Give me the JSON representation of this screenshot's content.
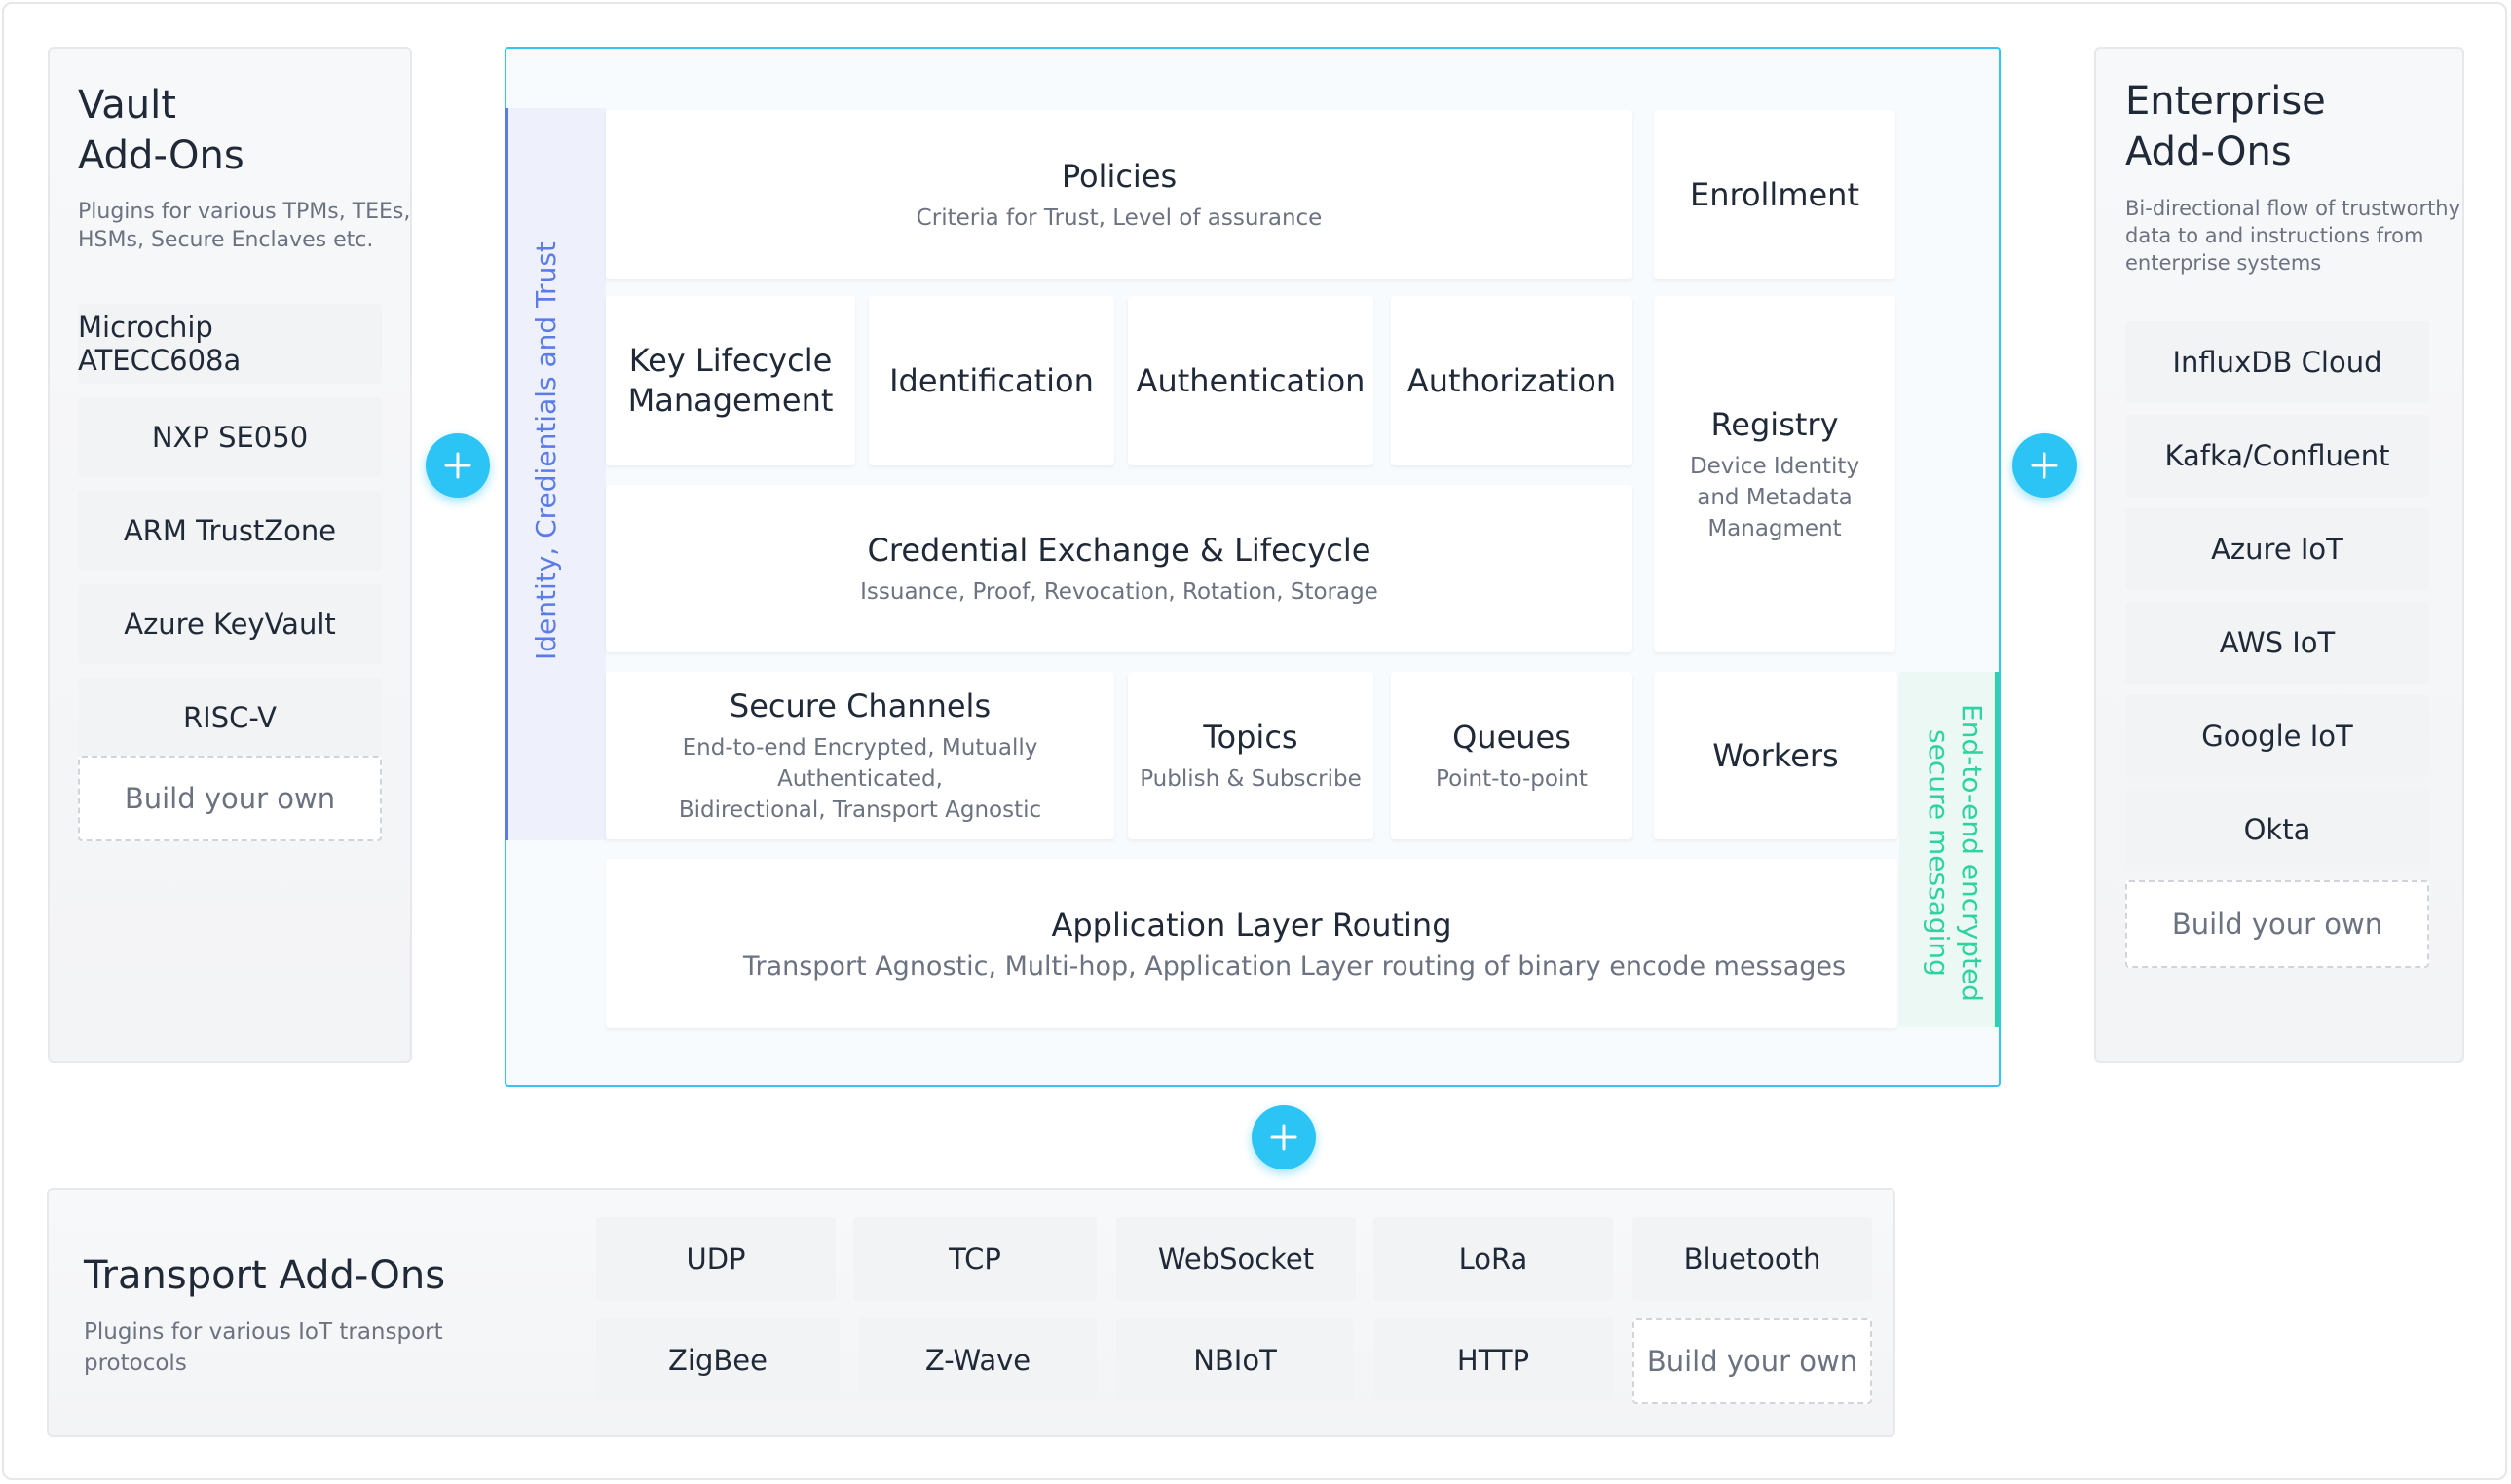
{
  "vault": {
    "title": "Vault\nAdd-Ons",
    "description": "Plugins for various TPMs, TEEs,\nHSMs, Secure Enclaves etc.",
    "items": [
      "Microchip ATECC608a",
      "NXP SE050",
      "ARM TrustZone",
      "Azure KeyVault",
      "RISC-V"
    ],
    "build_your_own": "Build your own"
  },
  "enterprise": {
    "title": "Enterprise\nAdd-Ons",
    "description": "Bi-directional flow of trustworthy\ndata to and instructions from\nenterprise systems",
    "items": [
      "InfluxDB Cloud",
      "Kafka/Confluent",
      "Azure IoT",
      "AWS IoT",
      "Google IoT",
      "Okta"
    ],
    "build_your_own": "Build your own"
  },
  "transport": {
    "title": "Transport Add-Ons",
    "description": "Plugins for various IoT transport\nprotocols",
    "row1": [
      "UDP",
      "TCP",
      "WebSocket",
      "LoRa",
      "Bluetooth"
    ],
    "row2": [
      "ZigBee",
      "Z-Wave",
      "NBIoT",
      "HTTP"
    ],
    "build_your_own": "Build your own"
  },
  "core": {
    "identity_label": "Identity, Credientials and Trust",
    "messaging_label": "End-to-end encrypted\nsecure messaging",
    "policies": {
      "title": "Policies",
      "subtitle": "Criteria for Trust, Level of assurance"
    },
    "enrollment": {
      "title": "Enrollment"
    },
    "key_lifecycle": {
      "title": "Key Lifecycle\nManagement"
    },
    "identification": {
      "title": "Identification"
    },
    "authentication": {
      "title": "Authentication"
    },
    "authorization": {
      "title": "Authorization"
    },
    "registry": {
      "title": "Registry",
      "subtitle": "Device Identity\nand Metadata\nManagment"
    },
    "credential_exchange": {
      "title": "Credential Exchange & Lifecycle",
      "subtitle": "Issuance, Proof, Revocation, Rotation, Storage"
    },
    "secure_channels": {
      "title": "Secure Channels",
      "subtitle": "End-to-end Encrypted, Mutually Authenticated,\nBidirectional, Transport Agnostic"
    },
    "topics": {
      "title": "Topics",
      "subtitle": "Publish & Subscribe"
    },
    "queues": {
      "title": "Queues",
      "subtitle": "Point-to-point"
    },
    "workers": {
      "title": "Workers"
    },
    "routing": {
      "title": "Application Layer Routing",
      "subtitle": "Transport Agnostic, Multi-hop, Application Layer routing of binary encode messages"
    }
  },
  "colors": {
    "accent_plus": "#2cc3f5",
    "core_border": "#33c6f4",
    "identity_stripe": "#5b7ce8",
    "messaging_stripe": "#2fd3a0"
  }
}
